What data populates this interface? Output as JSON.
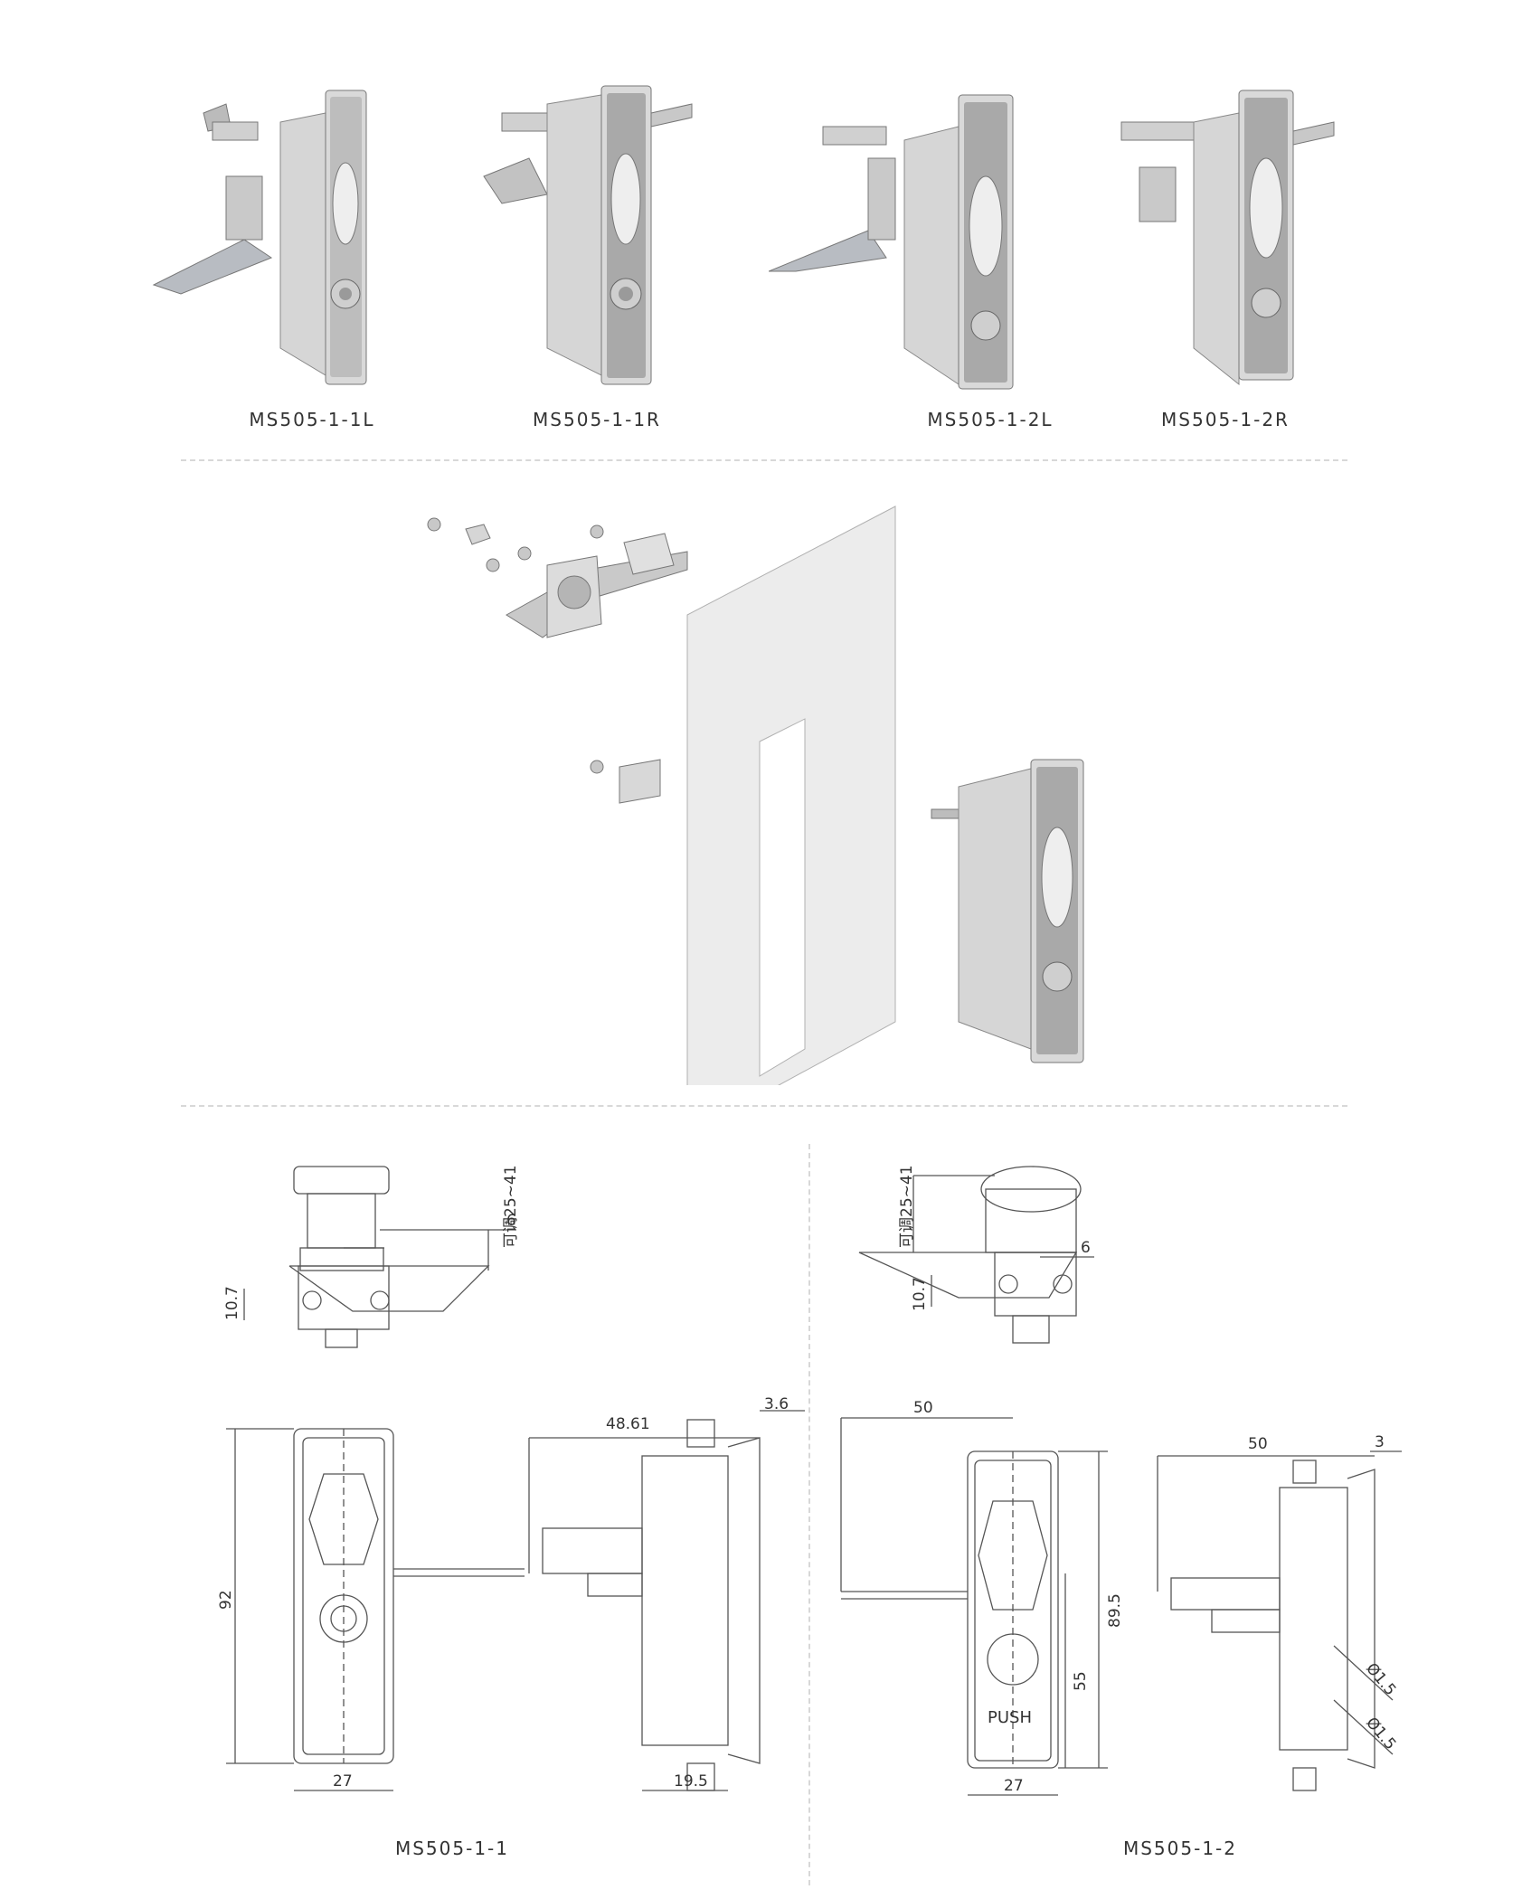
{
  "products": [
    {
      "code": "MS505-1-1L"
    },
    {
      "code": "MS505-1-1R"
    },
    {
      "code": "MS505-1-2L"
    },
    {
      "code": "MS505-1-2R"
    }
  ],
  "drawings": {
    "left": {
      "code": "MS505-1-1",
      "dims": {
        "adjust": "可调25~41",
        "cam_gap": "6",
        "cam_offset": "10.7",
        "depth": "48.61",
        "flange": "3.6",
        "height": "92",
        "width": "27",
        "body": "19.5"
      }
    },
    "right": {
      "code": "MS505-1-2",
      "dims": {
        "adjust": "可调25~41",
        "cam_gap": "6",
        "cam_offset": "10.7",
        "reach": "50",
        "height": "89.5",
        "push_h": "55",
        "width": "27",
        "depth": "50",
        "flange": "3",
        "dia1": "Ø1.5",
        "dia2": "Ø1.5",
        "push_text": "PUSH"
      }
    }
  },
  "colors": {
    "metal_light": "#e4e4e4",
    "metal_mid": "#b9b9b9",
    "metal_dark": "#8a8a8a",
    "line": "#555555",
    "panel": "#ececec"
  }
}
